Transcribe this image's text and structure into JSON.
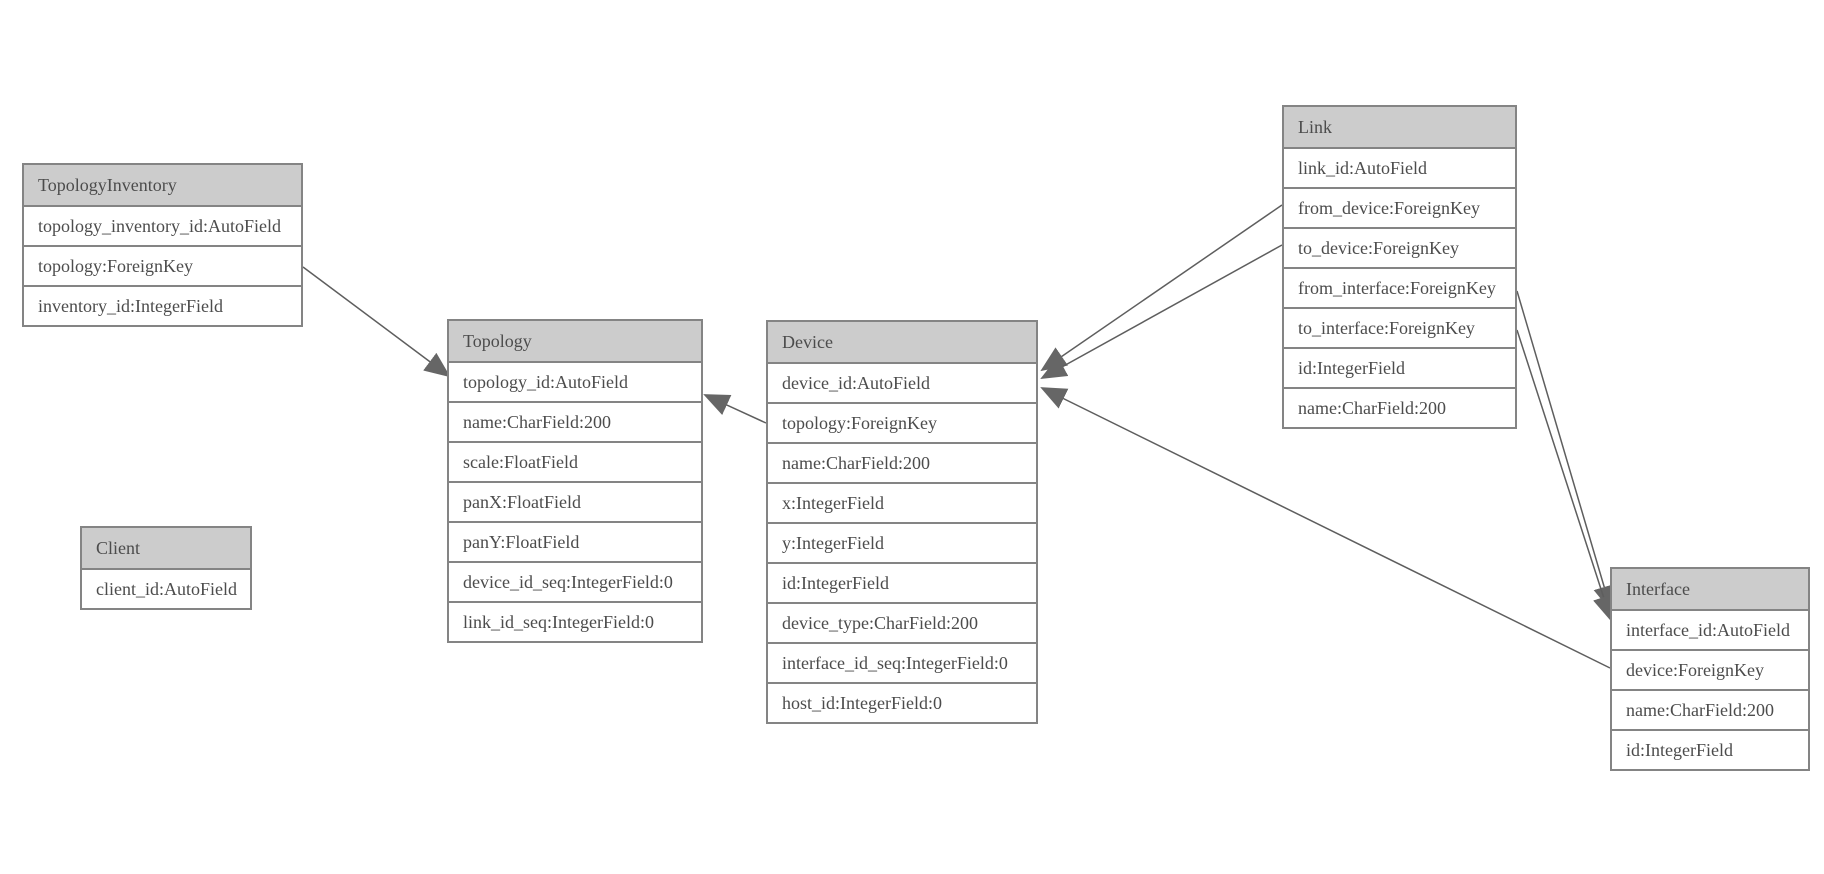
{
  "diagram": {
    "kind": "entity-relationship-model",
    "colors": {
      "background": "#ffffff",
      "header_fill": "#cccccc",
      "border": "#848484",
      "text": "#4c4c4c",
      "relation_line": "#5e5e5e",
      "arrowhead": "#666666"
    },
    "entities": [
      {
        "name": "TopologyInventory",
        "fields": [
          "topology_inventory_id:AutoField",
          "topology:ForeignKey",
          "inventory_id:IntegerField"
        ]
      },
      {
        "name": "Topology",
        "fields": [
          "topology_id:AutoField",
          "name:CharField:200",
          "scale:FloatField",
          "panX:FloatField",
          "panY:FloatField",
          "device_id_seq:IntegerField:0",
          "link_id_seq:IntegerField:0"
        ]
      },
      {
        "name": "Client",
        "fields": [
          "client_id:AutoField"
        ]
      },
      {
        "name": "Device",
        "fields": [
          "device_id:AutoField",
          "topology:ForeignKey",
          "name:CharField:200",
          "x:IntegerField",
          "y:IntegerField",
          "id:IntegerField",
          "device_type:CharField:200",
          "interface_id_seq:IntegerField:0",
          "host_id:IntegerField:0"
        ]
      },
      {
        "name": "Link",
        "fields": [
          "link_id:AutoField",
          "from_device:ForeignKey",
          "to_device:ForeignKey",
          "from_interface:ForeignKey",
          "to_interface:ForeignKey",
          "id:IntegerField",
          "name:CharField:200"
        ]
      },
      {
        "name": "Interface",
        "fields": [
          "interface_id:AutoField",
          "device:ForeignKey",
          "name:CharField:200",
          "id:IntegerField"
        ]
      }
    ],
    "relations": [
      {
        "from": "TopologyInventory.topology",
        "to": "Topology.topology_id"
      },
      {
        "from": "Device.topology",
        "to": "Topology.topology_id"
      },
      {
        "from": "Link.from_device",
        "to": "Device.device_id"
      },
      {
        "from": "Link.to_device",
        "to": "Device.device_id"
      },
      {
        "from": "Interface.device",
        "to": "Device.device_id"
      },
      {
        "from": "Link.from_interface",
        "to": "Interface.interface_id"
      },
      {
        "from": "Link.to_interface",
        "to": "Interface.interface_id"
      }
    ]
  }
}
